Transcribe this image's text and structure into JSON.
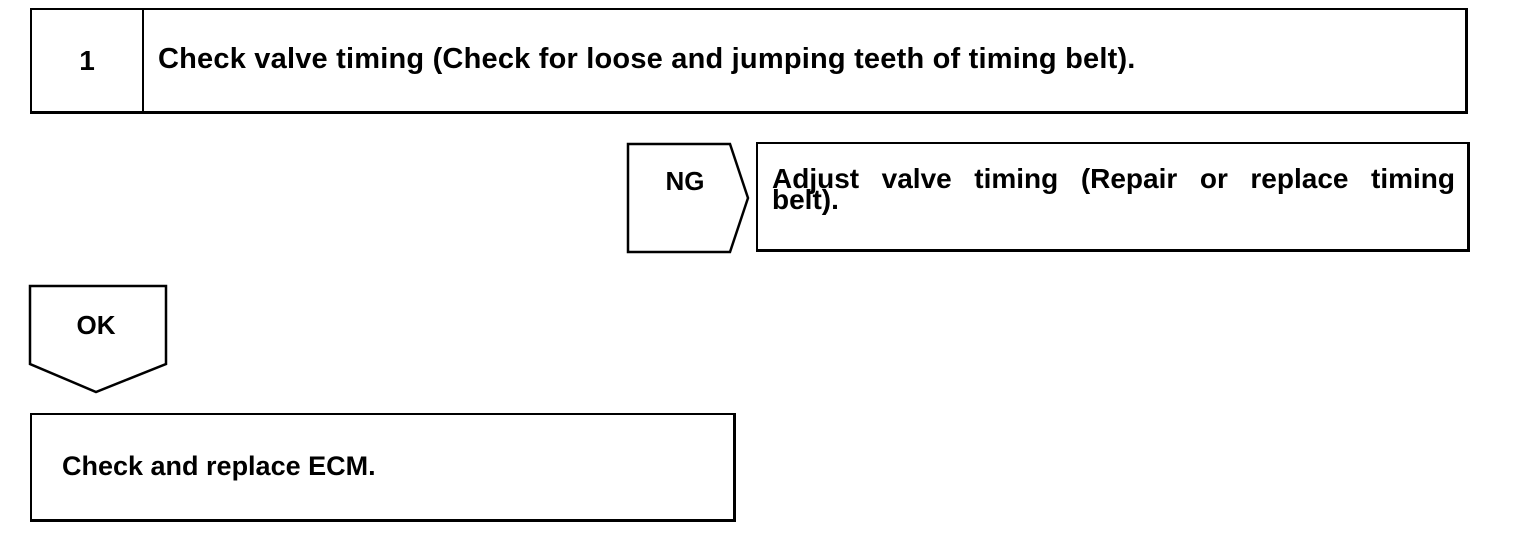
{
  "step": {
    "number": "1",
    "text": "Check valve timing (Check for loose and jumping teeth of timing belt)."
  },
  "ng_branch": {
    "label": "NG",
    "action": "Adjust valve timing (Repair or replace timing belt)."
  },
  "ok_branch": {
    "label": "OK",
    "action": "Check and replace ECM."
  }
}
